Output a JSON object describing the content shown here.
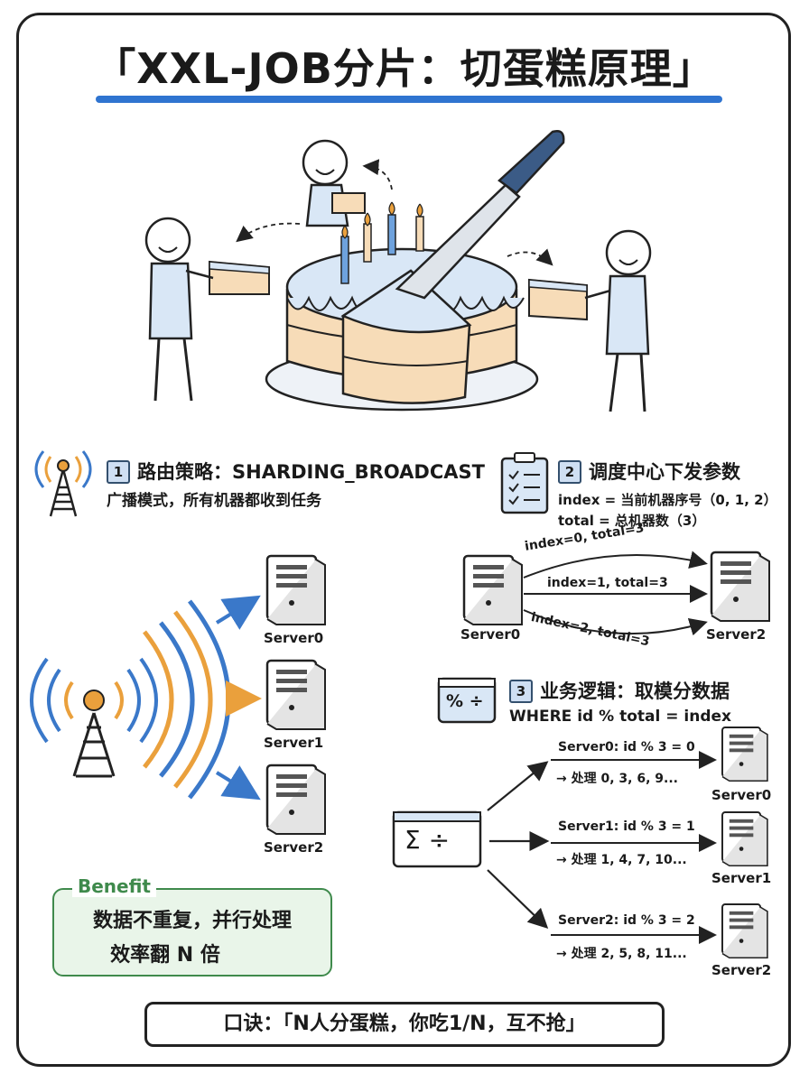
{
  "title": "「XXL-JOB分片：切蛋糕原理」",
  "section1": {
    "number": "1",
    "heading": "路由策略：SHARDING_BROADCAST",
    "desc": "广播模式，所有机器都收到任务"
  },
  "section2": {
    "number": "2",
    "heading": "调度中心下发参数",
    "line1": "index = 当前机器序号（0, 1, 2）",
    "line2": "total = 总机器数（3）",
    "source": "Server0",
    "target": "Server2",
    "arrows": [
      "index=0, total=3",
      "index=1, total=3",
      "index=2, total=3"
    ]
  },
  "section3": {
    "number": "3",
    "heading": "业务逻辑：取模分数据",
    "formula": "WHERE id % total = index",
    "routes": [
      {
        "rule": "Server0: id % 3 = 0",
        "handles": "→ 处理 0, 3, 6, 9...",
        "server": "Server0"
      },
      {
        "rule": "Server1: id % 3 = 1",
        "handles": "→ 处理 1, 4, 7, 10...",
        "server": "Server1"
      },
      {
        "rule": "Server2: id % 3 = 2",
        "handles": "→ 处理 2, 5, 8, 11...",
        "server": "Server2"
      }
    ]
  },
  "broadcast_servers": [
    "Server0",
    "Server1",
    "Server2"
  ],
  "icons": {
    "percent_card": "% ÷",
    "sum_card": "Σ ÷"
  },
  "benefit": {
    "tag": "Benefit",
    "line1": "数据不重复，并行处理",
    "line2": "效率翻 N 倍"
  },
  "motto": "口诀：「N人分蛋糕，你吃1/N，互不抢」",
  "colors": {
    "blue": "#3a78c9",
    "orange": "#eaa03c",
    "green": "#3f8a4c",
    "cream": "#f7dcb8"
  }
}
